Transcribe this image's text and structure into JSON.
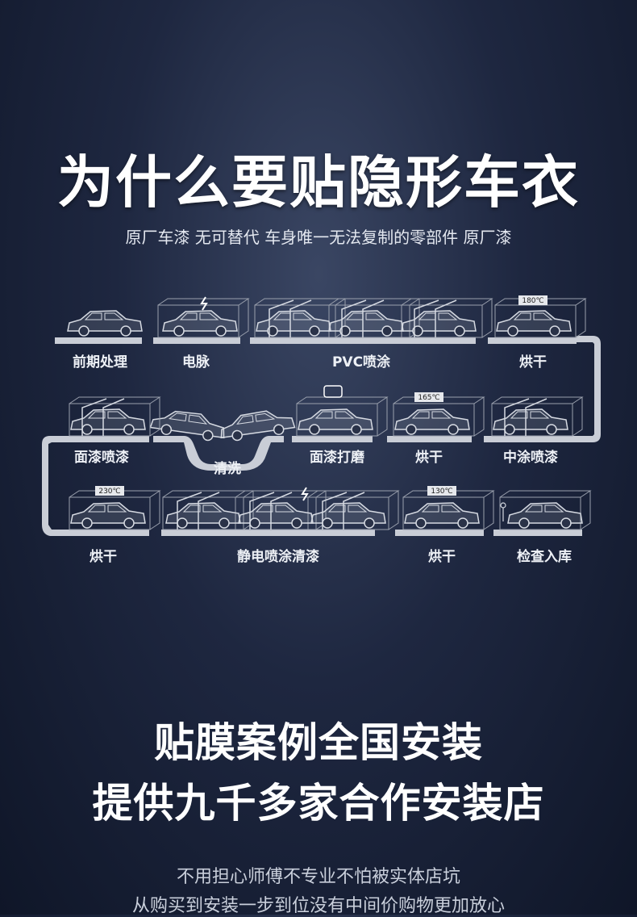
{
  "title": "为什么要贴隐形车衣",
  "subtitle": "原厂车漆 无可替代 车身唯一无法复制的零部件 原厂漆",
  "stages": {
    "pretreatment": "前期处理",
    "electrophoresis": "电脉",
    "pvc": "PVC喷涂",
    "dry1": "烘干",
    "middle_coat": "中涂喷漆",
    "dry2": "烘干",
    "sanding": "面漆打磨",
    "cleaning": "清洗",
    "topcoat": "面漆喷漆",
    "dry3": "烘干",
    "electrostatic": "静电喷涂清漆",
    "dry4": "烘干",
    "inspection": "检查入库"
  },
  "temps": {
    "t1": "180℃",
    "t2": "165℃",
    "t3": "230℃",
    "t4": "130℃"
  },
  "headline1": "贴膜案例全国安装",
  "headline2": "提供九千多家合作安装店",
  "note1": "不用担心师傅不专业不怕被实体店坑",
  "note2": "从购买到安装一步到位没有中间价购物更加放心",
  "colors": {
    "background": "#1e2740",
    "track": "#c9cdd6"
  }
}
